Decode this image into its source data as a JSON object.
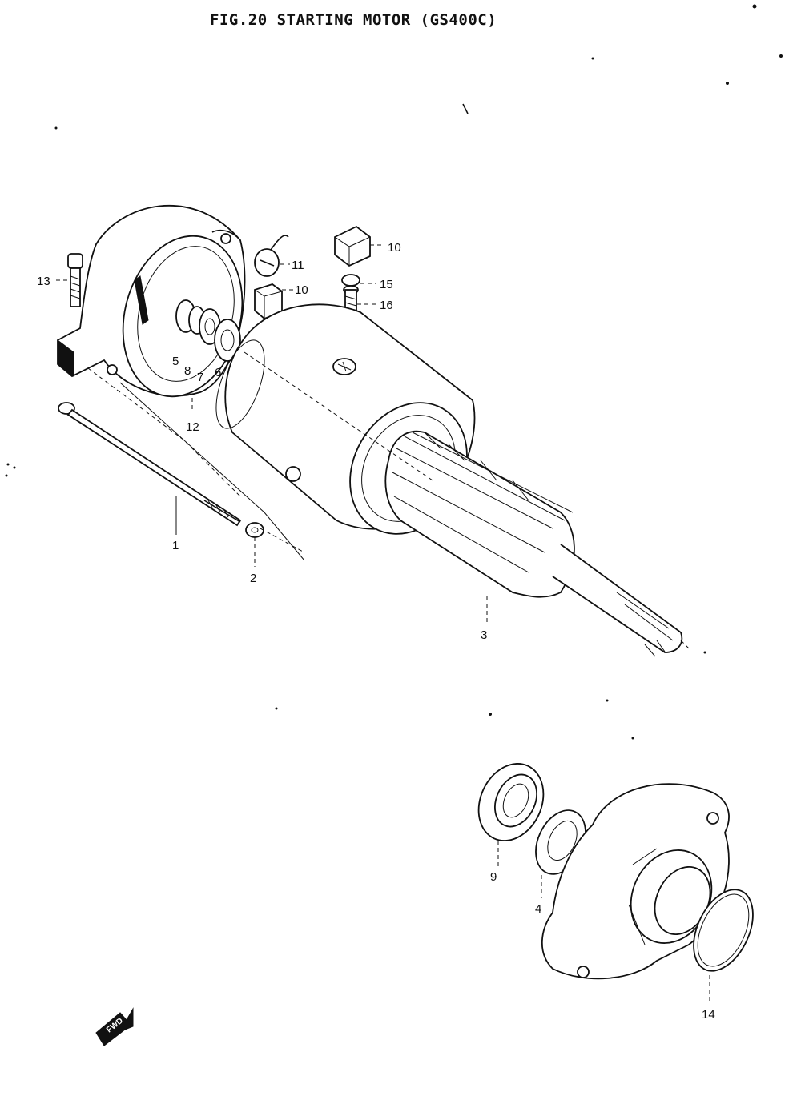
{
  "figure": {
    "title": "FIG.20  STARTING MOTOR (GS400C)"
  },
  "callouts": [
    {
      "id": "c13",
      "label": "13"
    },
    {
      "id": "c11",
      "label": "11"
    },
    {
      "id": "c10a",
      "label": "10"
    },
    {
      "id": "c10b",
      "label": "10"
    },
    {
      "id": "c15",
      "label": "15"
    },
    {
      "id": "c16",
      "label": "16"
    },
    {
      "id": "c5",
      "label": "5"
    },
    {
      "id": "c8",
      "label": "8"
    },
    {
      "id": "c7",
      "label": "7"
    },
    {
      "id": "c6",
      "label": "6"
    },
    {
      "id": "c12",
      "label": "12"
    },
    {
      "id": "c1",
      "label": "1"
    },
    {
      "id": "c2",
      "label": "2"
    },
    {
      "id": "c3",
      "label": "3"
    },
    {
      "id": "c9",
      "label": "9"
    },
    {
      "id": "c4",
      "label": "4"
    },
    {
      "id": "c14",
      "label": "14"
    }
  ],
  "forward_arrow": {
    "label": "FWD"
  }
}
